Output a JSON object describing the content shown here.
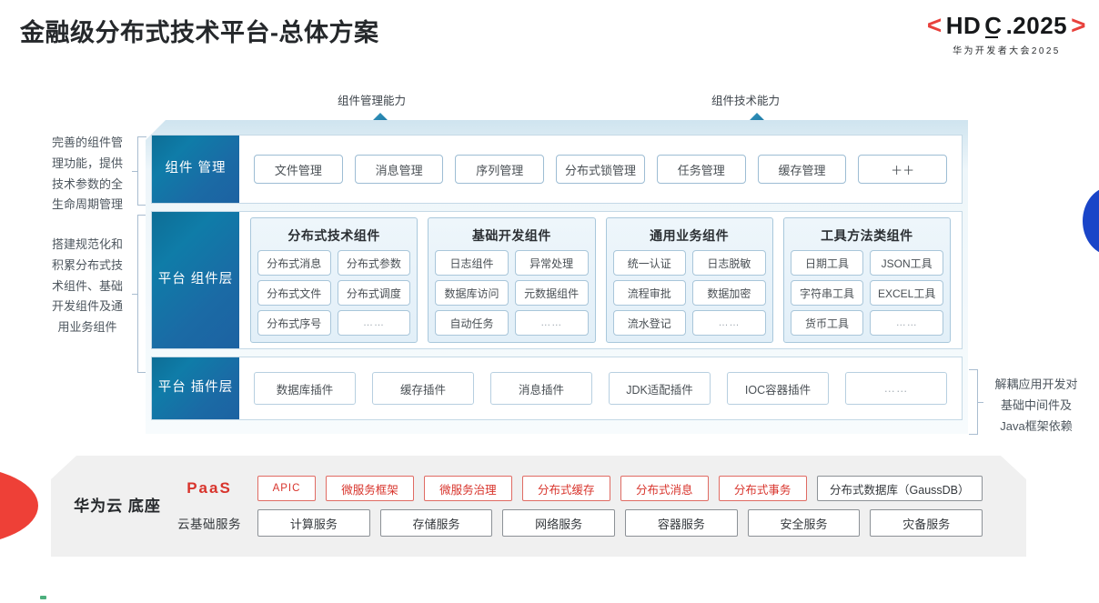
{
  "header": {
    "title": "金融级分布式技术平台-总体方案",
    "logo_bracket_left": "<",
    "logo_bracket_right": ">",
    "logo_main_a": "HD",
    "logo_main_c": "C",
    "logo_main_b": ".2025",
    "logo_sub": "华为开发者大会2025"
  },
  "arrows": [
    {
      "label": "组件管理能力"
    },
    {
      "label": "组件技术能力"
    }
  ],
  "notes": {
    "left_top": "完善的组件管\n理功能，提供\n技术参数的全\n生命周期管理",
    "left_mid": "搭建规范化和\n积累分布式技\n术组件、基础\n开发组件及通\n用业务组件",
    "right": "解耦应用开发对\n基础中间件及\nJava框架依赖"
  },
  "bands": {
    "component_mgmt": {
      "label": "组件\n管理",
      "chips": [
        "文件管理",
        "消息管理",
        "序列管理",
        "分布式锁管理",
        "任务管理",
        "缓存管理",
        "＋＋"
      ]
    },
    "platform_component": {
      "label": "平台\n组件层",
      "groups": [
        {
          "title": "分布式技术组件",
          "cells": [
            "分布式消息",
            "分布式参数",
            "分布式文件",
            "分布式调度",
            "分布式序号",
            "……"
          ]
        },
        {
          "title": "基础开发组件",
          "cells": [
            "日志组件",
            "异常处理",
            "数据库访问",
            "元数据组件",
            "自动任务",
            "……"
          ]
        },
        {
          "title": "通用业务组件",
          "cells": [
            "统一认证",
            "日志脱敏",
            "流程审批",
            "数据加密",
            "流水登记",
            "……"
          ]
        },
        {
          "title": "工具方法类组件",
          "cells": [
            "日期工具",
            "JSON工具",
            "字符串工具",
            "EXCEL工具",
            "货币工具",
            "……"
          ]
        }
      ]
    },
    "platform_plugin": {
      "label": "平台\n插件层",
      "chips": [
        "数据库插件",
        "缓存插件",
        "消息插件",
        "JDK适配插件",
        "IOC容器插件",
        "……"
      ]
    }
  },
  "base": {
    "title": "华为云\n底座",
    "paas_label": "PaaS",
    "cloud_label": "云基础服务",
    "paas_items": [
      {
        "text": "APIC",
        "style": "apic"
      },
      {
        "text": "微服务框架",
        "style": "red"
      },
      {
        "text": "微服务治理",
        "style": "red"
      },
      {
        "text": "分布式缓存",
        "style": "red"
      },
      {
        "text": "分布式消息",
        "style": "red"
      },
      {
        "text": "分布式事务",
        "style": "red"
      },
      {
        "text": "分布式数据库（GaussDB）",
        "style": "gray"
      }
    ],
    "cloud_items": [
      "计算服务",
      "存储服务",
      "网络服务",
      "容器服务",
      "安全服务",
      "灾备服务"
    ]
  },
  "colors": {
    "accent_red": "#d8342c",
    "accent_blue": "#0f7ca8",
    "logo_red": "#e8413c",
    "panel_blue": "#1a45c8"
  }
}
